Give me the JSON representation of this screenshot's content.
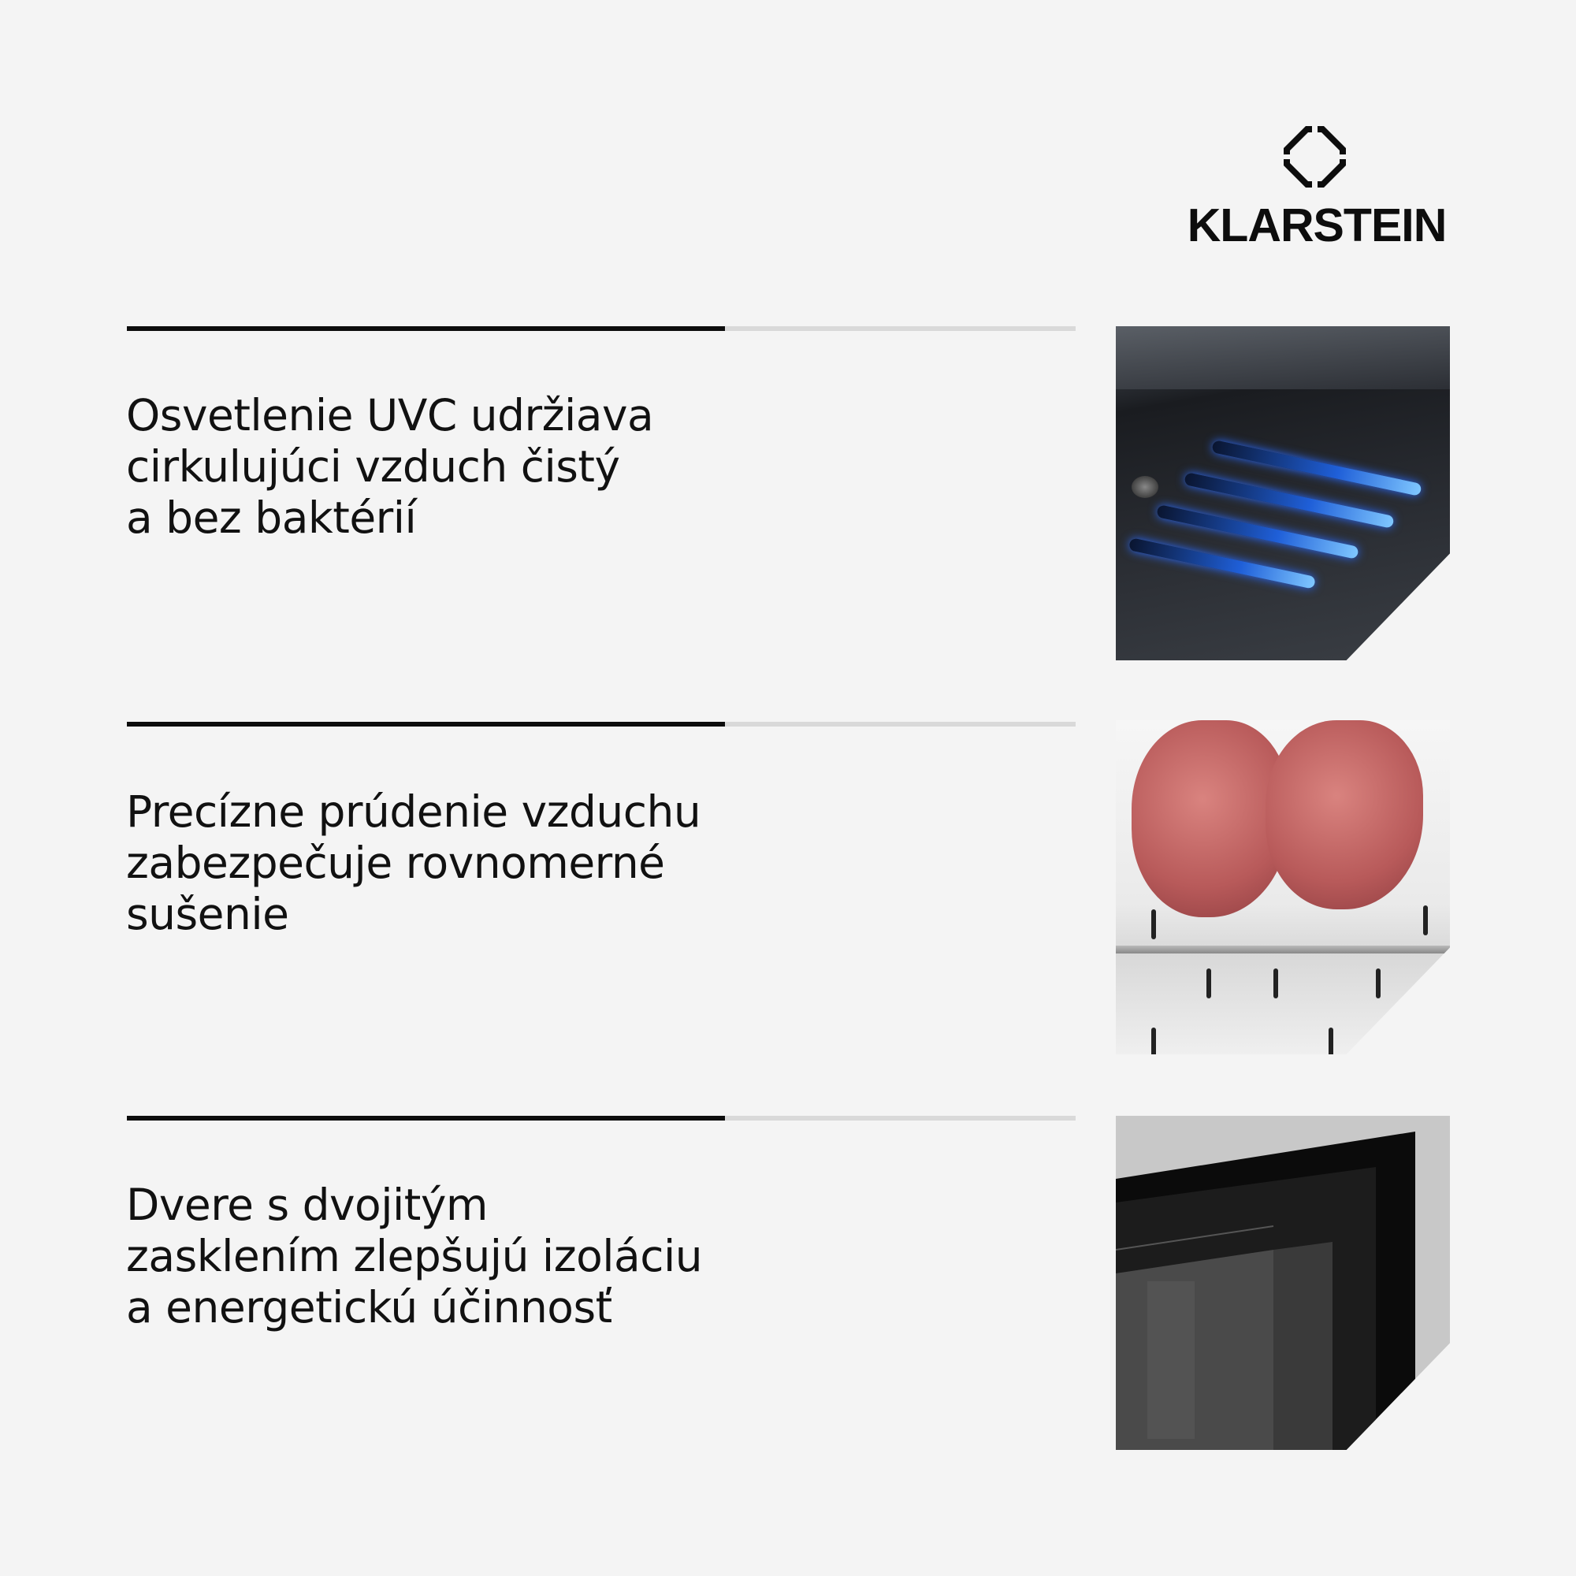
{
  "brand": {
    "name": "KLARSTEIN",
    "logo_icon": "octagon-diamond-logo-icon"
  },
  "features": [
    {
      "lines": [
        "Osvetlenie UVC udržiava",
        "cirkulujúci vzduch čistý",
        "a bez baktérií"
      ],
      "image": "uvc-air-vent-photo"
    },
    {
      "lines": [
        "Precízne prúdenie vzduchu",
        "zabezpečuje rovnomerné",
        "sušenie"
      ],
      "image": "meat-drying-rack-photo"
    },
    {
      "lines": [
        "Dvere s dvojitým",
        "zasklením zlepšujú izoláciu",
        "a energetickú účinnosť"
      ],
      "image": "double-glazed-door-photo"
    }
  ],
  "colors": {
    "background": "#f4f4f4",
    "text": "#111111",
    "rule_dark": "#0d0d0d",
    "rule_light": "#d9d9d9"
  }
}
